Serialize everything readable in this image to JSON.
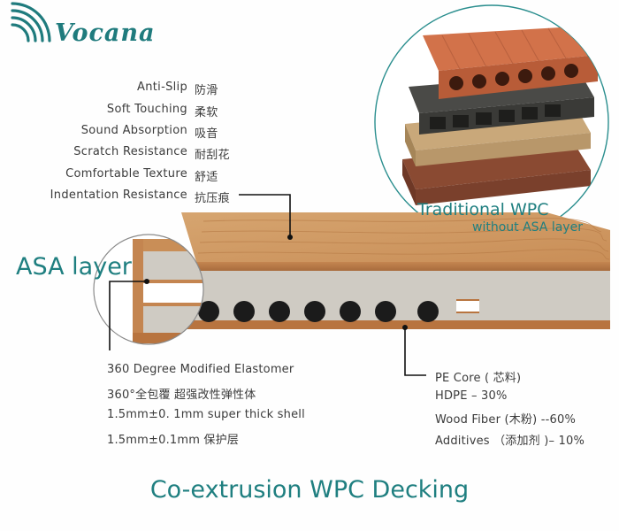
{
  "brand": {
    "name": "Vocana",
    "color": "#1f7b7d"
  },
  "features": [
    {
      "en": "Anti-Slip",
      "zh": "防滑"
    },
    {
      "en": "Soft Touching",
      "zh": "柔软"
    },
    {
      "en": "Sound Absorption",
      "zh": "吸音"
    },
    {
      "en": "Scratch Resistance",
      "zh": "耐刮花"
    },
    {
      "en": "Comfortable Texture",
      "zh": "舒适"
    },
    {
      "en": "Indentation Resistance",
      "zh": "抗压痕"
    }
  ],
  "asa": {
    "label": "ASA layer",
    "specs": [
      "360 Degree Modified Elastomer",
      "360°全包覆  超强改性弹性体",
      "1.5mm±0. 1mm  super thick shell",
      "1.5mm±0.1mm 保护层"
    ]
  },
  "core": {
    "specs": [
      "PE Core ( 芯料)",
      "HDPE – 30%",
      "Wood Fiber (木粉) --60%",
      "Additives （添加剂 )– 10%"
    ]
  },
  "traditional": {
    "title": "Traditional WPC",
    "subtitle": "without ASA layer"
  },
  "footer": {
    "title": "Co-extrusion WPC Decking"
  },
  "colors": {
    "accent": "#1f7f80",
    "board_surface": "#cf9a64",
    "board_core": "#cfcbc3"
  }
}
